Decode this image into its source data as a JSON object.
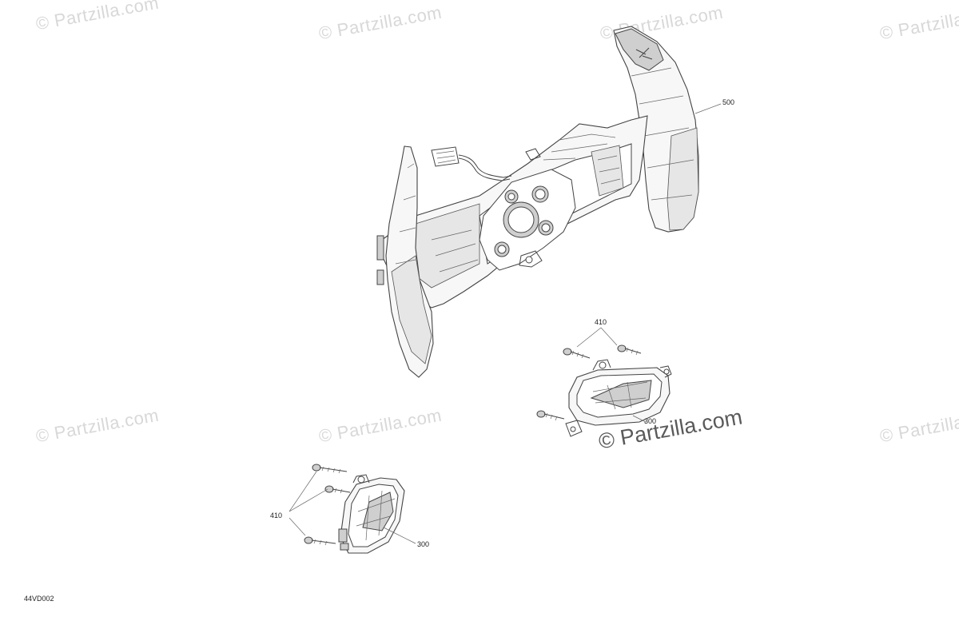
{
  "watermark": {
    "text": "© Partzilla.com",
    "prominent_text": "© Partzilla.com"
  },
  "callouts": {
    "paddle_assembly": "500",
    "screws_upper": "410",
    "screws_lower": "410",
    "light_upper": "300",
    "light_lower": "300"
  },
  "diagram_id": "44VD002"
}
